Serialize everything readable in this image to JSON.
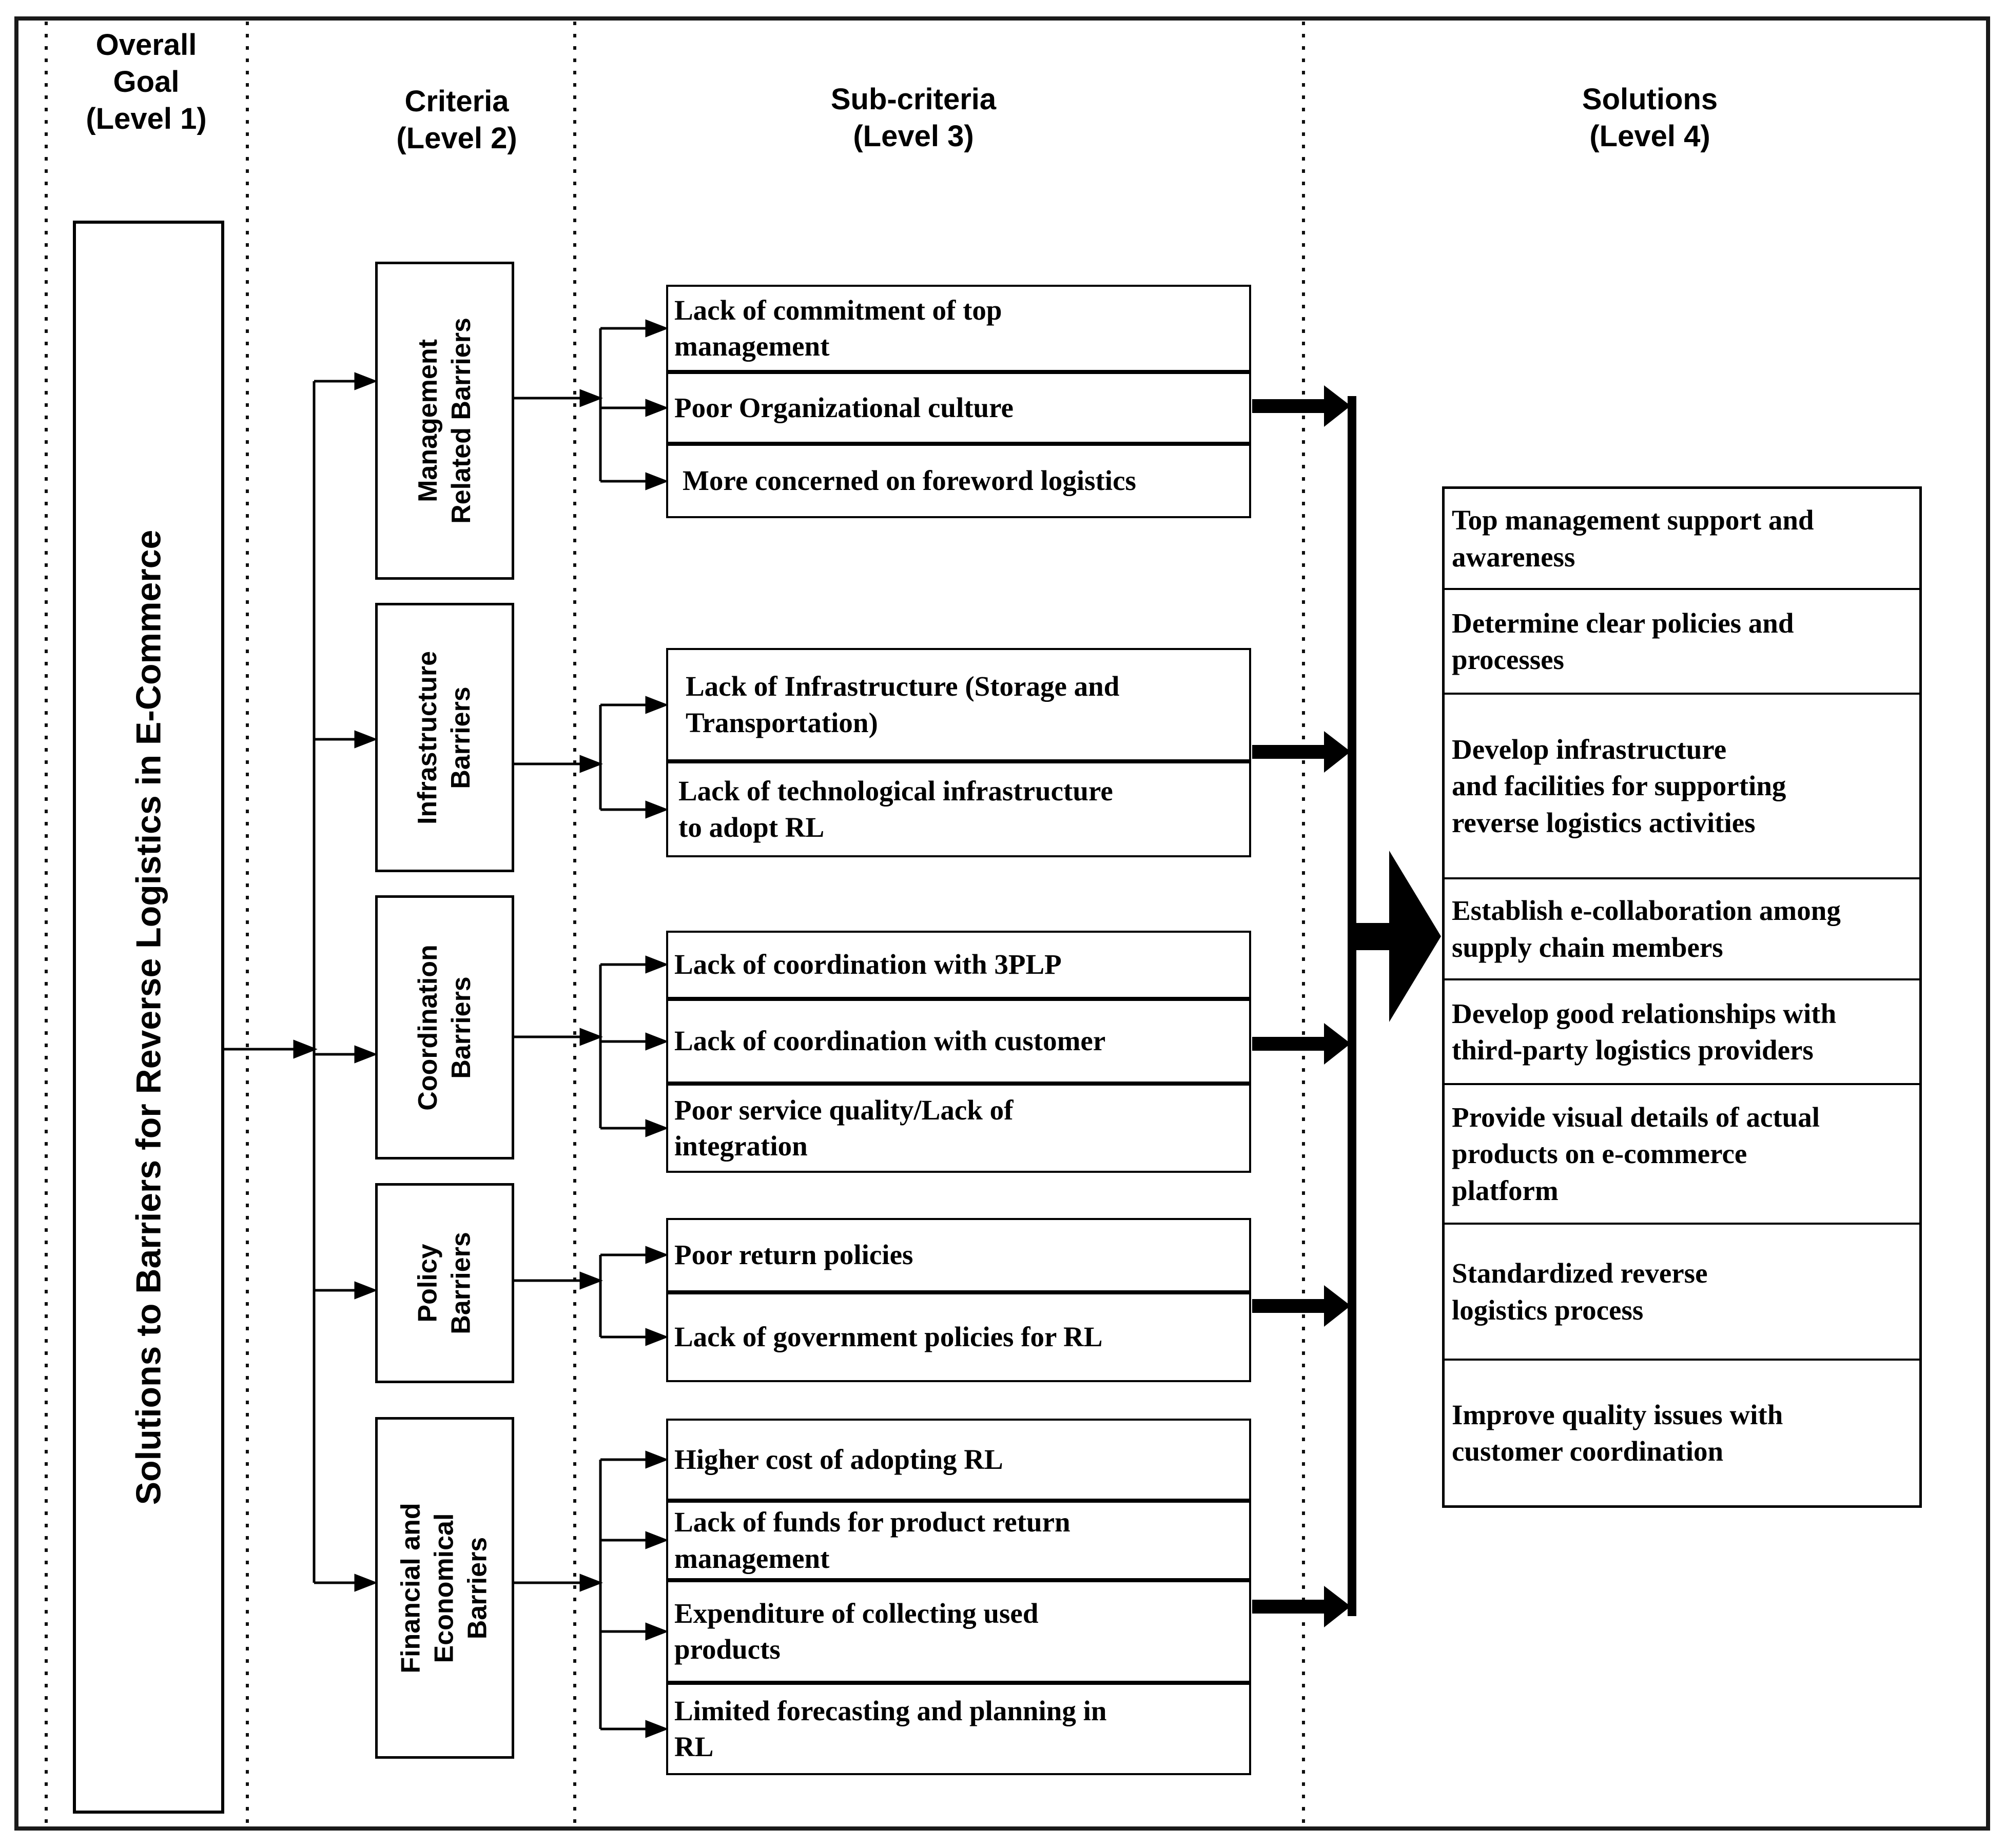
{
  "headers": {
    "goal": "Overall\nGoal\n(Level 1)",
    "criteria": "Criteria\n(Level 2)",
    "subcriteria": "Sub-criteria\n(Level 3)",
    "solutions": "Solutions\n(Level 4)"
  },
  "goal": {
    "label": "Solutions to Barriers for Reverse Logistics in E-Commerce"
  },
  "criteria": [
    {
      "label": "Management\nRelated Barriers"
    },
    {
      "label": "Infrastructure\nBarriers"
    },
    {
      "label": "Coordination\nBarriers"
    },
    {
      "label": "Policy\nBarriers"
    },
    {
      "label": "Financial and\nEconomical\nBarriers"
    }
  ],
  "subcriteria": {
    "management": [
      "Lack of commitment of top\nmanagement",
      "Poor Organizational culture",
      "More concerned on foreword logistics"
    ],
    "infrastructure": [
      "Lack of Infrastructure (Storage and\nTransportation)",
      "Lack of technological infrastructure\nto adopt RL"
    ],
    "coordination": [
      "Lack of coordination with 3PLP",
      "Lack of coordination with customer",
      "Poor service quality/Lack of\nintegration"
    ],
    "policy": [
      "Poor return policies",
      "Lack of government policies for RL"
    ],
    "financial": [
      "Higher cost of adopting RL",
      "Lack of funds for product return\nmanagement",
      "Expenditure of collecting used\nproducts",
      "Limited forecasting and planning in\nRL"
    ]
  },
  "solutions": [
    "Top management support and\nawareness",
    "Determine clear policies and\nprocesses",
    "Develop infrastructure\nand facilities for supporting\nreverse logistics activities",
    "Establish e-collaboration among\nsupply chain members",
    "Develop good relationships with\nthird-party logistics providers",
    "Provide visual details of actual\nproducts on e-commerce\nplatform",
    "Standardized reverse\nlogistics process",
    "Improve quality issues with\ncustomer coordination"
  ],
  "colors": {
    "ink": "#000000",
    "background": "#ffffff"
  }
}
